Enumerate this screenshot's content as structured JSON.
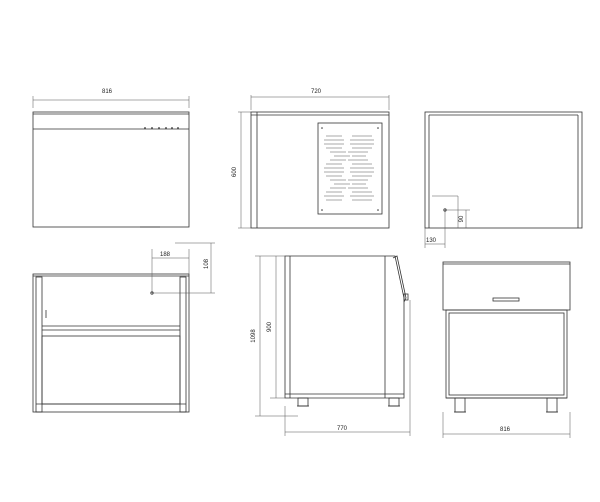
{
  "views": {
    "front_top": {
      "width_label": "816"
    },
    "side_top": {
      "width_label": "720",
      "height_label": "600"
    },
    "rear_top": {
      "offset_x_label": "130",
      "offset_y_label": "90"
    },
    "plan_bottom": {
      "offset_x_label": "188",
      "offset_y_label": "108"
    },
    "side_bottom": {
      "depth_label": "770",
      "height_inner_label": "900",
      "height_total_label": "1098"
    },
    "front_bottom": {
      "width_label": "816"
    }
  },
  "colors": {
    "line": "#333333",
    "background": "#ffffff"
  }
}
